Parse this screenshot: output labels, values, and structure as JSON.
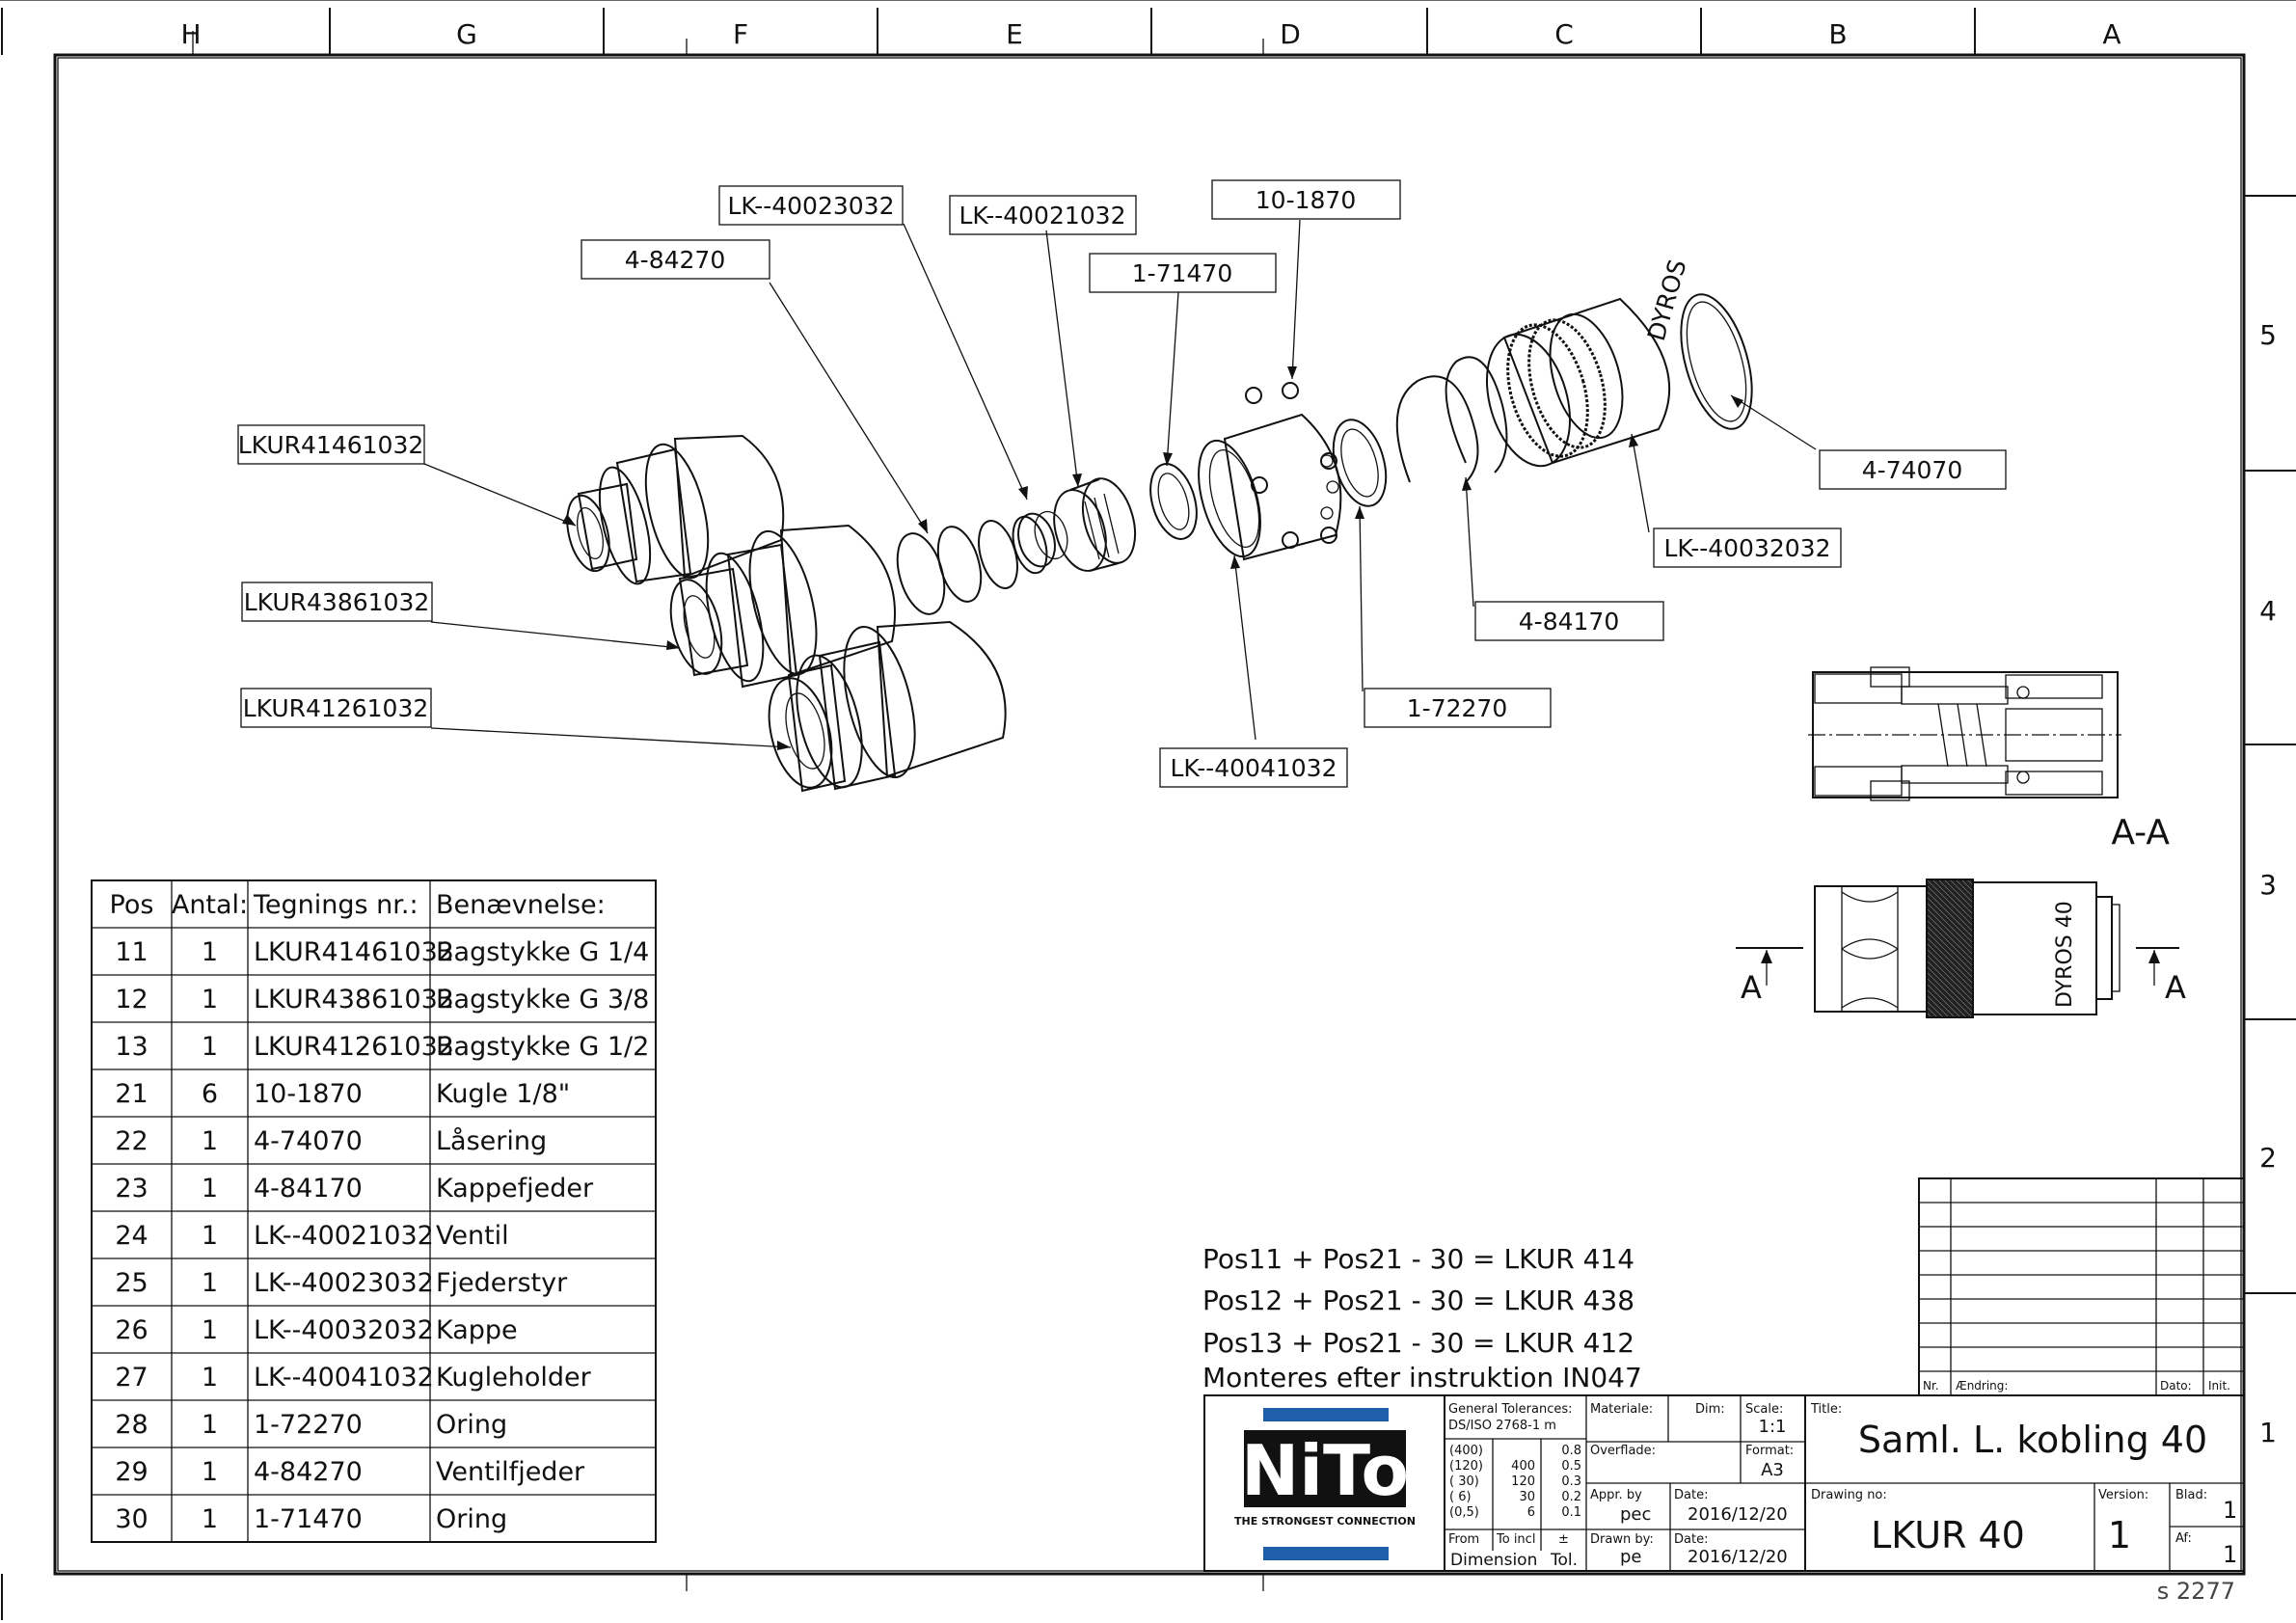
{
  "zones": {
    "columns": [
      "H",
      "G",
      "F",
      "E",
      "D",
      "C",
      "B",
      "A"
    ],
    "rows": [
      "5",
      "4",
      "3",
      "2",
      "1"
    ]
  },
  "callouts": [
    {
      "id": "c-lk40023032",
      "text": "LK--40023032"
    },
    {
      "id": "c-lk40021032",
      "text": "LK--40021032"
    },
    {
      "id": "c-101870",
      "text": "10-1870"
    },
    {
      "id": "c-484270",
      "text": "4-84270"
    },
    {
      "id": "c-171470",
      "text": "1-71470"
    },
    {
      "id": "c-lkur41461032",
      "text": "LKUR41461032"
    },
    {
      "id": "c-lkur43861032",
      "text": "LKUR43861032"
    },
    {
      "id": "c-lkur41261032",
      "text": "LKUR41261032"
    },
    {
      "id": "c-474070",
      "text": "4-74070"
    },
    {
      "id": "c-lk40032032",
      "text": "LK--40032032"
    },
    {
      "id": "c-484170",
      "text": "4-84170"
    },
    {
      "id": "c-172270",
      "text": "1-72270"
    },
    {
      "id": "c-lk40041032",
      "text": "LK--40041032"
    }
  ],
  "body_text": {
    "dyros_mark": "DYROS",
    "dyros_40": "DYROS 40",
    "section_label": "A-A",
    "section_a_left": "A",
    "section_a_right": "A"
  },
  "bom": {
    "headers": [
      "Pos",
      "Antal:",
      "Tegnings nr.:",
      "Benævnelse:"
    ],
    "rows": [
      [
        "11",
        "1",
        "LKUR41461032",
        "Bagstykke G 1/4"
      ],
      [
        "12",
        "1",
        "LKUR43861032",
        "Bagstykke G 3/8"
      ],
      [
        "13",
        "1",
        "LKUR41261032",
        "Bagstykke G 1/2"
      ],
      [
        "21",
        "6",
        "10-1870",
        "Kugle 1/8\""
      ],
      [
        "22",
        "1",
        "4-74070",
        "Låsering"
      ],
      [
        "23",
        "1",
        "4-84170",
        "Kappefjeder"
      ],
      [
        "24",
        "1",
        "LK--40021032",
        "Ventil"
      ],
      [
        "25",
        "1",
        "LK--40023032",
        "Fjederstyr"
      ],
      [
        "26",
        "1",
        "LK--40032032",
        "Kappe"
      ],
      [
        "27",
        "1",
        "LK--40041032",
        "Kugleholder"
      ],
      [
        "28",
        "1",
        "1-72270",
        "Oring"
      ],
      [
        "29",
        "1",
        "4-84270",
        "Ventilfjeder"
      ],
      [
        "30",
        "1",
        "1-71470",
        "Oring"
      ]
    ]
  },
  "notes": [
    "Pos11 + Pos21 - 30 = LKUR 414",
    "Pos12 + Pos21 - 30 = LKUR 438",
    "Pos13 + Pos21 - 30 = LKUR 412",
    "Monteres efter instruktion IN047"
  ],
  "revision_block": {
    "nr": "Nr.",
    "change": "Ændring:",
    "date": "Dato:",
    "init": "Init."
  },
  "title_block": {
    "logo": "NiTo",
    "tagline": "THE STRONGEST CONNECTION",
    "gen_tol_1": "General Tolerances:",
    "gen_tol_2": "DS/ISO 2768-1 m",
    "tol_ranges": [
      "(400)",
      "(120)",
      "( 30)",
      "(  6)",
      "(0,5)"
    ],
    "tol_to": [
      "",
      "400",
      "120",
      "30",
      "6"
    ],
    "tol_vals": [
      "0.8",
      "0.5",
      "0.3",
      "0.2",
      "0.1"
    ],
    "from_label": "From",
    "to_incl_label": "To incl",
    "pm_label": "±",
    "dimension_label": "Dimension",
    "tol_label": "Tol.",
    "materiale_label": "Materiale:",
    "dim_label": "Dim:",
    "scale_label": "Scale:",
    "scale": "1:1",
    "overflade_label": "Overflade:",
    "format_label": "Format:",
    "format": "A3",
    "appr_by_label": "Appr. by",
    "appr_by": "pec",
    "date_label_1": "Date:",
    "date_1": "2016/12/20",
    "drawn_by_label": "Drawn by:",
    "drawn_by": "pe",
    "date_label_2": "Date:",
    "date_2": "2016/12/20",
    "title_label": "Title:",
    "title": "Saml. L. kobling 40",
    "drawing_no_label": "Drawing no:",
    "drawing_no": "LKUR 40",
    "version_label": "Version:",
    "version": "1",
    "blad_label": "Blad:",
    "blad": "1",
    "af_label": "Af:",
    "af": "1"
  },
  "sheet_code": "s 2277"
}
